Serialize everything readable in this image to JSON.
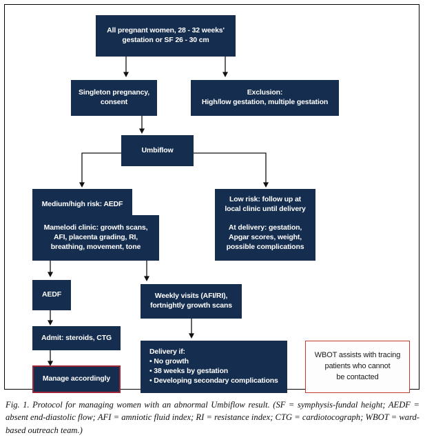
{
  "figure": {
    "colors": {
      "node_fill": "#152d4f",
      "node_text": "#ffffff",
      "accent_red": "#9e2437",
      "callout_border": "#c0392b",
      "frame_border": "#000000",
      "connector": "#111111"
    },
    "nodes": {
      "population": {
        "line1": "All pregnant women, 28 - 32 weeks'",
        "line2": "gestation or SF 26 - 30 cm"
      },
      "singleton": {
        "line1": "Singleton pregnancy,",
        "line2": "consent"
      },
      "exclusion": {
        "line1": "Exclusion:",
        "line2": "High/low gestation, multiple gestation"
      },
      "umbiflow": {
        "line1": "Umbiflow"
      },
      "medium_high_risk": {
        "line1": "Medium/high risk: AEDF"
      },
      "low_risk": {
        "line1": "Low risk: follow up at",
        "line2": "local clinic until delivery"
      },
      "mamelodi": {
        "line1": "Mamelodi clinic: growth scans,",
        "line2": "AFI, placenta grading, RI,",
        "line3": "breathing, movement, tone"
      },
      "at_delivery": {
        "line1": "At delivery: gestation,",
        "line2": "Apgar scores, weight,",
        "line3": "possible complications"
      },
      "aedf": {
        "line1": "AEDF"
      },
      "weekly_visits": {
        "line1": "Weekly visits (AFI/RI),",
        "line2": "fortnightly growth scans"
      },
      "admit": {
        "line1": "Admit: steroids, CTG"
      },
      "manage": {
        "line1": "Manage accordingly"
      },
      "delivery_if": {
        "line1": "Delivery if:",
        "line2": "• No growth",
        "line3": "• 38 weeks by gestation",
        "line4": "• Developing secondary complications"
      },
      "wbot": {
        "line1": "WBOT assists with tracing",
        "line2": "patients who cannot",
        "line3": "be contacted"
      }
    },
    "caption": {
      "text": "Fig. 1. Protocol for managing women with an abnormal Umbiflow result. (SF = symphysis-fundal height; AEDF = absent end-diastolic flow; AFI = amniotic fluid index; RI = resistance index; CTG = cardiotocograph; WBOT = ward-based outreach team.)"
    }
  }
}
